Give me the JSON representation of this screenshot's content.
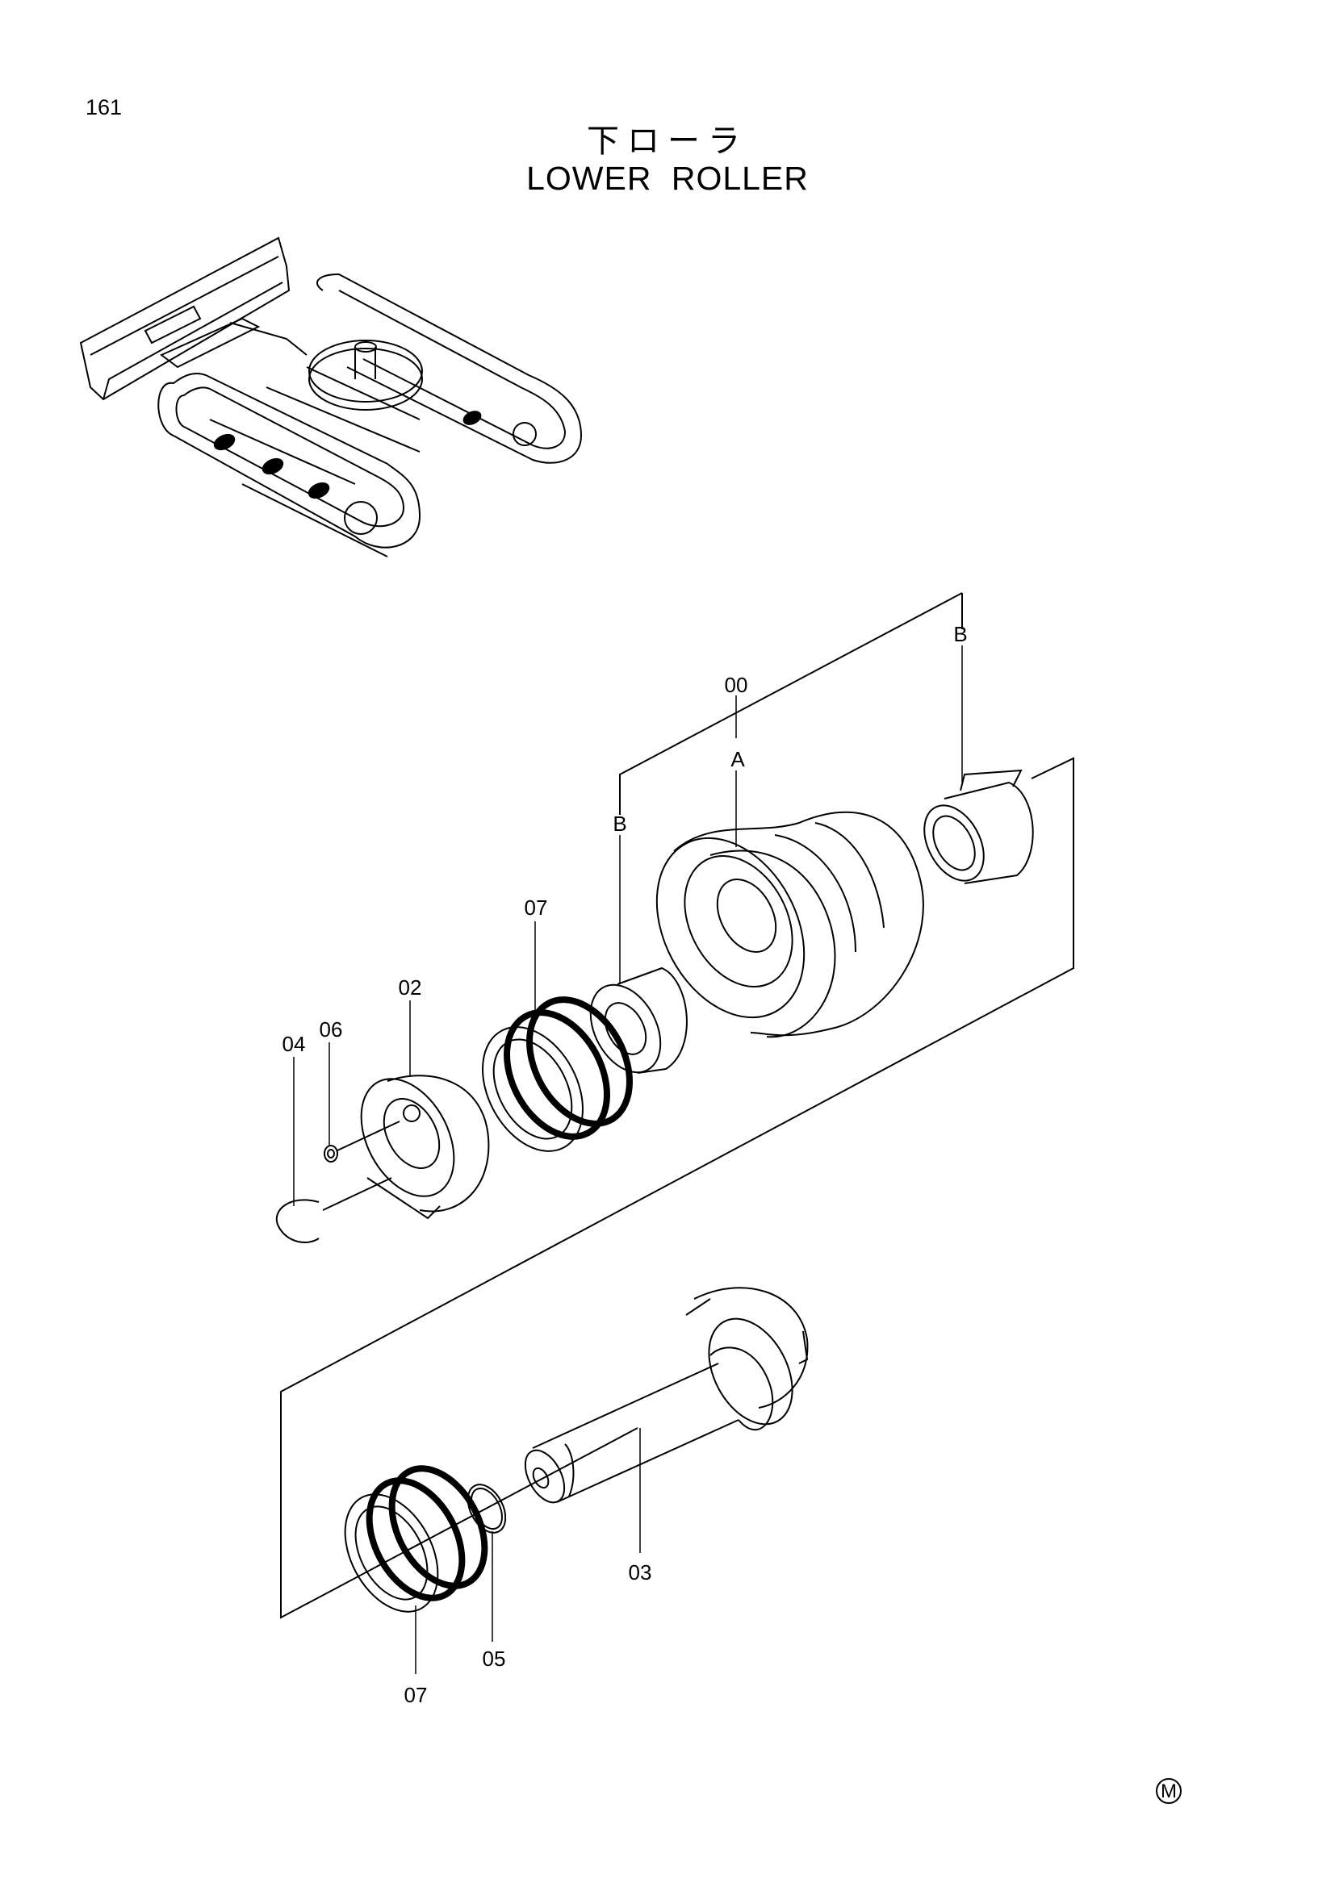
{
  "page_number": "161",
  "title_jp": "下ローラ",
  "title_en": "LOWER ROLLER",
  "labels": {
    "p00": "00",
    "pA": "A",
    "pB_right": "B",
    "pB_left": "B",
    "p07_top": "07",
    "p02": "02",
    "p06": "06",
    "p04": "04",
    "p03": "03",
    "p05": "05",
    "p07_bottom": "07"
  },
  "corner_mark": "M"
}
